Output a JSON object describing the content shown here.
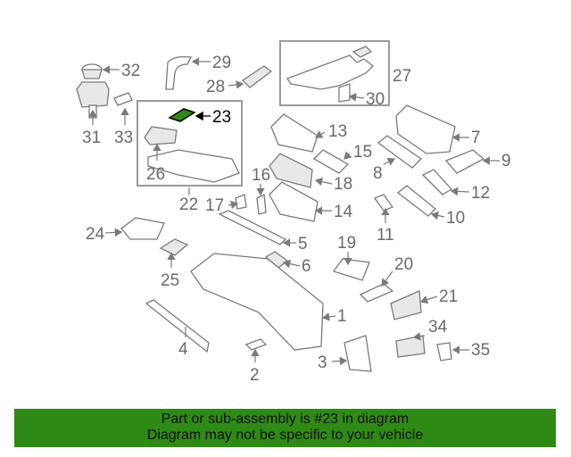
{
  "diagram": {
    "callouts": [
      "1",
      "2",
      "3",
      "4",
      "5",
      "6",
      "7",
      "8",
      "9",
      "10",
      "11",
      "12",
      "13",
      "14",
      "15",
      "16",
      "17",
      "18",
      "19",
      "20",
      "21",
      "22",
      "23",
      "24",
      "25",
      "26",
      "27",
      "28",
      "29",
      "30",
      "31",
      "32",
      "33",
      "34",
      "35"
    ],
    "highlighted_part": "23",
    "highlight_color": "#2f8a15"
  },
  "banner": {
    "line1": "Part or sub-assembly is #23 in diagram",
    "line2": "Diagram may not be specific to your vehicle",
    "background": "#2f8a15"
  }
}
